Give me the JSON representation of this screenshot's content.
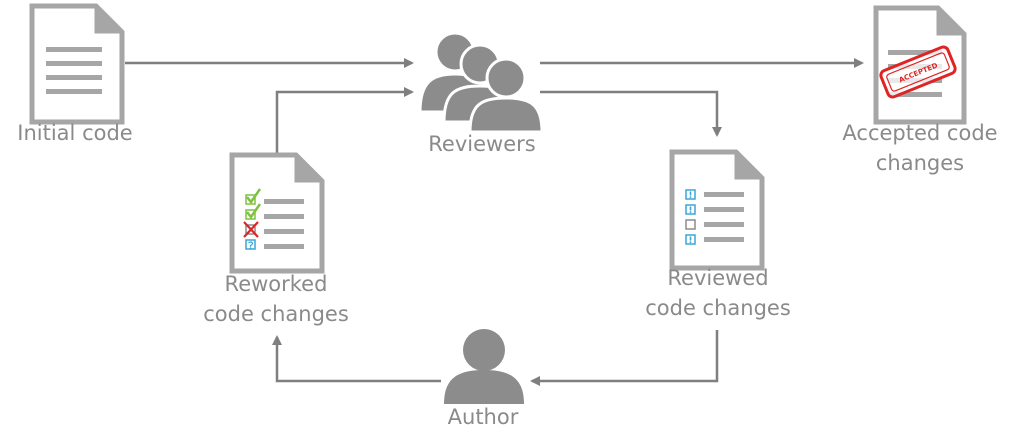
{
  "nodes": {
    "initial_code": {
      "label": "Initial code"
    },
    "reviewers": {
      "label": "Reviewers"
    },
    "accepted": {
      "line1": "Accepted code",
      "line2": "changes",
      "stamp_text": "ACCEPTED"
    },
    "reviewed": {
      "line1": "Reviewed",
      "line2": "code changes"
    },
    "reworked": {
      "line1": "Reworked",
      "line2": "code changes"
    },
    "author": {
      "label": "Author"
    }
  },
  "colors": {
    "icon_gray": "#a6a6a6",
    "icon_dark": "#8c8c8c",
    "arrow": "#7f7f7f",
    "text": "#8a8a8a",
    "stamp_red": "#e02424",
    "check_green": "#7fc241",
    "mark_red": "#e02424",
    "mark_blue": "#3aa6d6"
  }
}
